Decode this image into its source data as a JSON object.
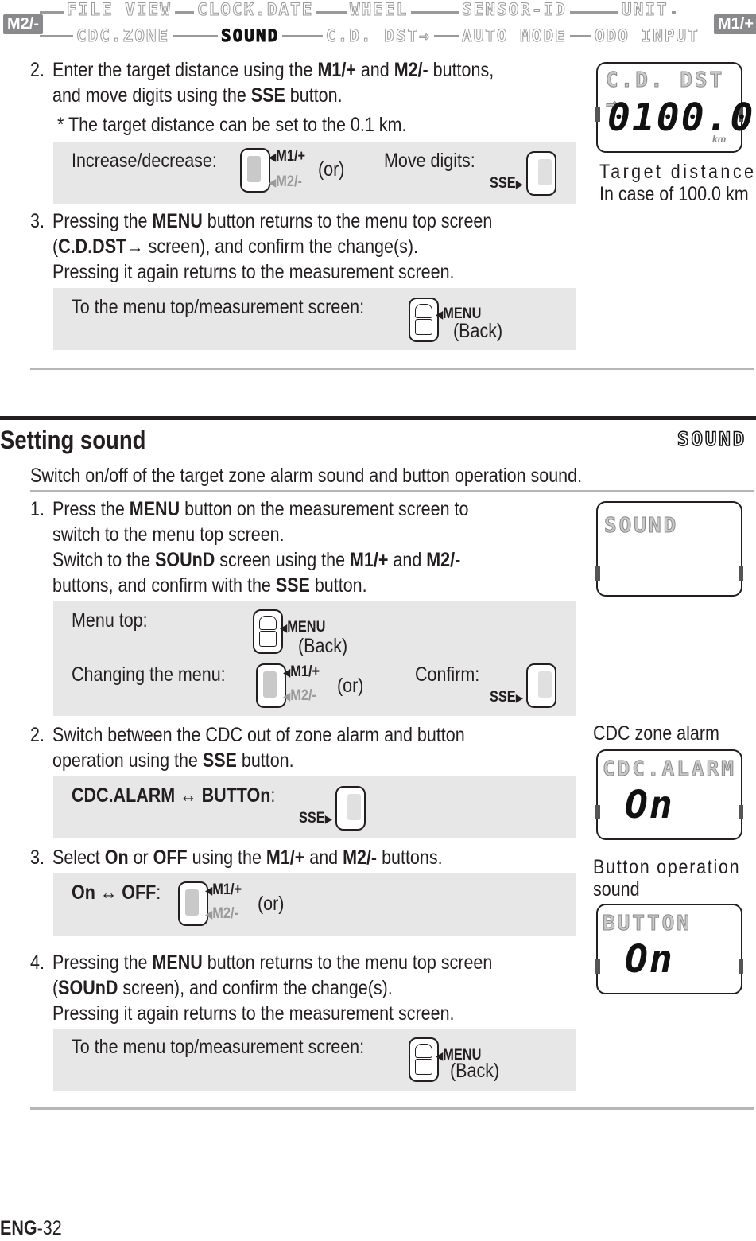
{
  "nav": {
    "left_tag": "M2/-",
    "right_tag": "M1/+",
    "row1": [
      "FILE VIEW",
      "CLOCK.DATE",
      "WHEEL",
      "SENSOR-ID",
      "UNIT"
    ],
    "row2": [
      "CDC.ZONE",
      "SOUND",
      "C.D. DST→",
      "AUTO MODE",
      "ODO INPUT"
    ]
  },
  "top": {
    "step2_num": "2.",
    "step2_line1_a": "Enter the target distance using the ",
    "step2_line1_b": "M1/+",
    "step2_line1_c": " and ",
    "step2_line1_d": "M2/-",
    "step2_line1_e": " buttons,",
    "step2_line2_a": "and move digits using the ",
    "step2_line2_b": "SSE",
    "step2_line2_c": " button.",
    "note": "* The target distance can be set to the 0.1 km.",
    "box1_label1": "Increase/decrease:",
    "box1_or": "(or)",
    "box1_label2": "Move digits:",
    "step3_num": "3.",
    "step3_line1_a": "Pressing the ",
    "step3_line1_b": "MENU",
    "step3_line1_c": " button returns to the menu top screen",
    "step3_line2_a": "(",
    "step3_line2_b": "C.D.DST→",
    "step3_line2_c": " screen), and confirm the change(s).",
    "step3_line3": "Pressing it again returns to the measurement screen.",
    "box2_label": "To the menu top/measurement screen:",
    "back": "(Back)",
    "lcd_title": "C.D. DST →",
    "lcd_value": "0100.0",
    "lcd_unit": "km",
    "caption1": "Target distance",
    "caption2": "In case of 100.0 km"
  },
  "buttons": {
    "m1": "M1/+",
    "m2": "M2/-",
    "sse": "SSE",
    "menu": "MENU"
  },
  "sound": {
    "heading": "Setting sound",
    "heading_lcd": "SOUND",
    "intro": "Switch on/off of the target zone alarm sound and button operation sound.",
    "s1_num": "1.",
    "s1_line1_a": "Press the ",
    "s1_line1_b": "MENU",
    "s1_line1_c": " button on the measurement screen to",
    "s1_line2": "switch to the menu top screen.",
    "s1_line3_a": "Switch to the ",
    "s1_line3_b": "SOUnD",
    "s1_line3_c": " screen using the ",
    "s1_line3_d": "M1/+",
    "s1_line3_e": " and ",
    "s1_line3_f": "M2/-",
    "s1_line4_a": "buttons, and confirm with the ",
    "s1_line4_b": "SSE",
    "s1_line4_c": " button.",
    "box1_menu_top": "Menu top:",
    "box1_change": "Changing the menu:",
    "box1_or": "(or)",
    "box1_confirm": "Confirm:",
    "s2_num": "2.",
    "s2_line1": "Switch between the CDC out of zone alarm and button",
    "s2_line2_a": "operation using the ",
    "s2_line2_b": "SSE",
    "s2_line2_c": " button.",
    "box2_label": "CDC.ALARM ↔ BUTTOn",
    "box2_colon": ":",
    "s3_num": "3.",
    "s3_line1_a": "Select ",
    "s3_line1_b": "On",
    "s3_line1_c": " or ",
    "s3_line1_d": "OFF",
    "s3_line1_e": " using the ",
    "s3_line1_f": "M1/+",
    "s3_line1_g": " and ",
    "s3_line1_h": "M2/-",
    "s3_line1_i": " buttons.",
    "box3_label": "On ↔ OFF",
    "box3_colon": ":",
    "box3_or": "(or)",
    "s4_num": "4.",
    "s4_line1_a": "Pressing the ",
    "s4_line1_b": "MENU",
    "s4_line1_c": " button returns to the menu top screen",
    "s4_line2_a": "(",
    "s4_line2_b": "SOUnD",
    "s4_line2_c": " screen), and confirm the change(s).",
    "s4_line3": "Pressing it again returns to the measurement screen.",
    "box4_label": "To the menu top/measurement screen:",
    "back": "(Back)",
    "lcd1_title": "SOUND",
    "cap_cdc": "CDC zone alarm",
    "lcd2_title": "CDC.ALARM",
    "lcd2_value": "On",
    "cap_btn1": "Button operation",
    "cap_btn2": "sound",
    "lcd3_title": "BUTTON",
    "lcd3_value": "On"
  },
  "footer": {
    "prefix": "ENG",
    "page": "-32"
  }
}
